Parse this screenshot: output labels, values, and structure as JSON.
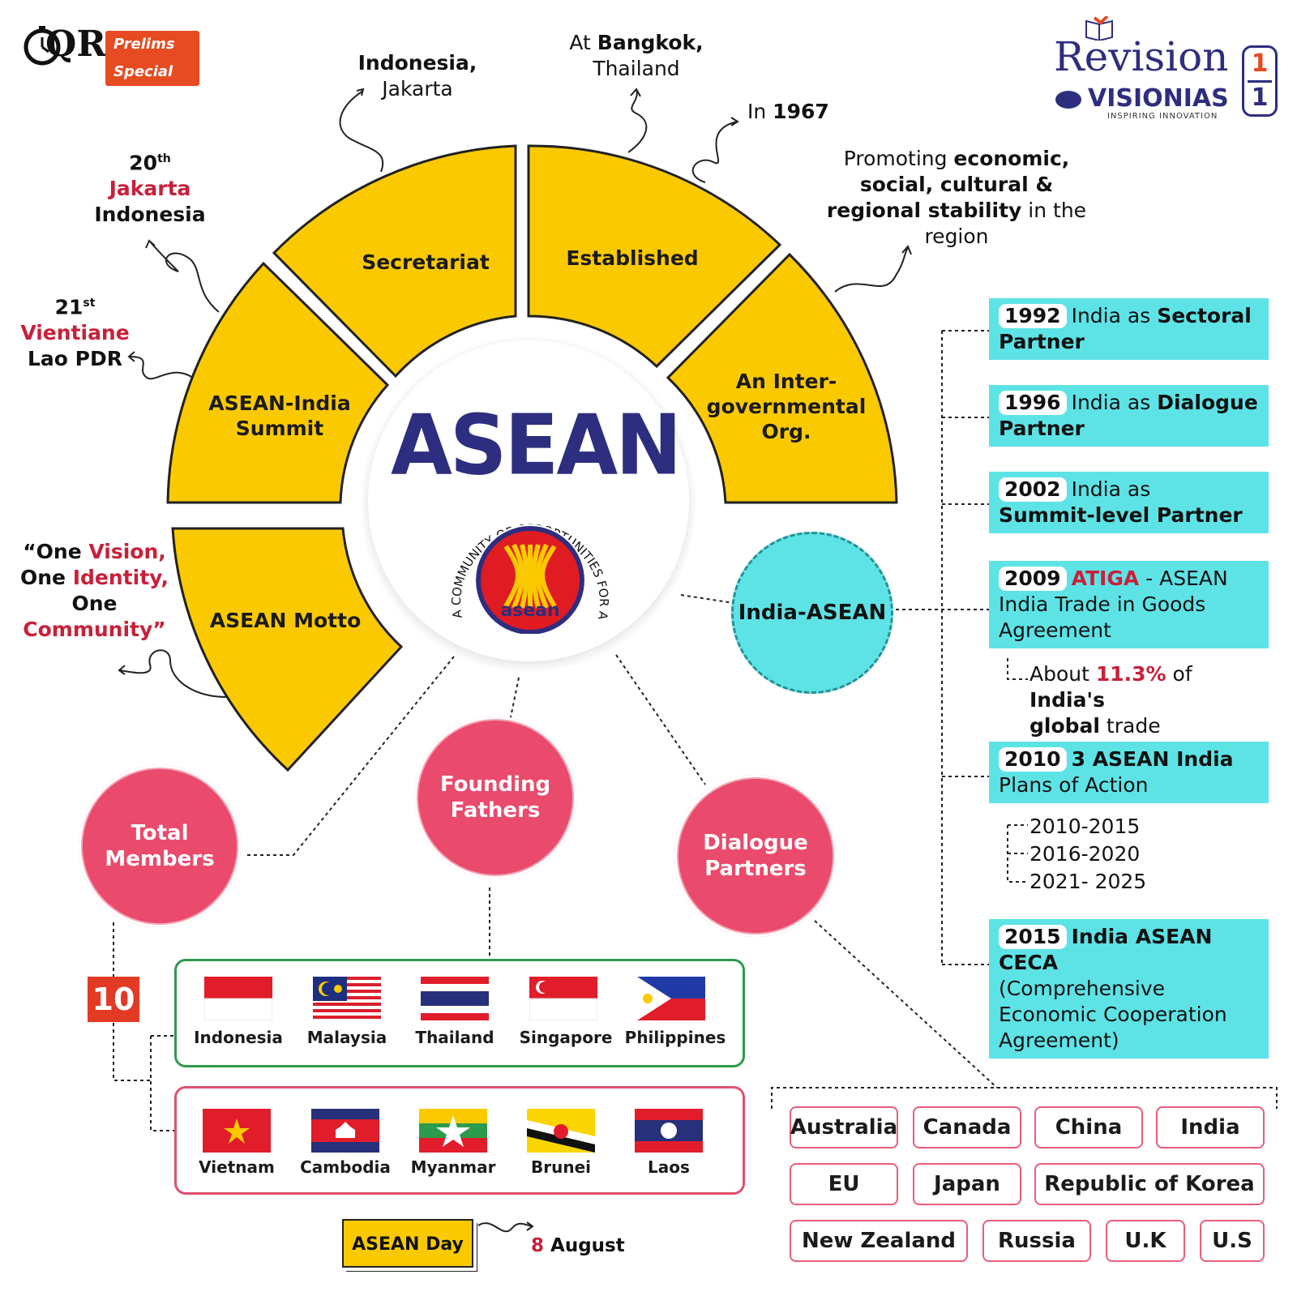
{
  "branding": {
    "qr_left": "QR",
    "prelims_special": "Prelims Special",
    "revision": "Revision",
    "visionias": "VISIONIAS",
    "tagline": "INSPIRING INNOVATION",
    "counter_top": "1",
    "counter_bottom": "1",
    "colors": {
      "yellow": "#fbc900",
      "pink": "#ea4a6c",
      "cyan": "#5de3e6",
      "navy": "#2d2e7f",
      "red": "#c8203a"
    }
  },
  "center": {
    "title": "ASEAN",
    "logo_ring_text": "A COMMUNITY OF OPPORTUNITIES FOR ALL",
    "logo_word": "asean"
  },
  "segments": {
    "secretariat": "Secretariat",
    "established": "Established",
    "intergov_1": "An Inter-",
    "intergov_2": "governmental",
    "intergov_3": "Org.",
    "summit_1": "ASEAN-India",
    "summit_2": "Summit",
    "motto": "ASEAN Motto"
  },
  "annotations": {
    "secretariat_1": "Indonesia,",
    "secretariat_2": "Jakarta",
    "bangkok_at": "At ",
    "bangkok": "Bangkok,",
    "thailand": "Thailand",
    "year_in": "In ",
    "year": "1967",
    "promo_1a": "Promoting ",
    "promo_1b": "economic,",
    "promo_2": "social, cultural &",
    "promo_3a": "regional stability",
    "promo_3b": " in the",
    "promo_4": "region",
    "s20_num": "20",
    "s20_sup": "th",
    "s20_city": "Jakarta",
    "s20_country": "Indonesia",
    "s21_num": "21",
    "s21_sup": "st",
    "s21_city": "Vientiane",
    "s21_country": "Lao PDR",
    "motto_1a": "“One ",
    "motto_1b": "Vision,",
    "motto_2a": "One ",
    "motto_2b": "Identity,",
    "motto_3": "One",
    "motto_4": "Community”"
  },
  "india_asean": {
    "label": "India-ASEAN",
    "timeline": [
      {
        "year": "1992",
        "text_a": "India as ",
        "text_b": "Sectoral Partner"
      },
      {
        "year": "1996",
        "text_a": "India as ",
        "text_b": "Dialogue Partner"
      },
      {
        "year": "2002",
        "text_a": "India as",
        "text_b": "Summit-level Partner"
      },
      {
        "year": "2009",
        "text_a": "ATIGA",
        "text_b": " - ASEAN India Trade in Goods Agreement"
      },
      {
        "year": "2010",
        "text_a": "3 ASEAN India",
        "text_b": "Plans of Action"
      },
      {
        "year": "2015",
        "text_a": "India ASEAN CECA",
        "text_b": "(Comprehensive Economic Cooperation Agreement)"
      }
    ],
    "trade_about": "About ",
    "trade_pct": "11.3%",
    "trade_of": " of ",
    "trade_india": "India's",
    "trade_global": "global",
    "trade_word": " trade",
    "plans": [
      "2010-2015",
      "2016-2020",
      "2021- 2025"
    ]
  },
  "members": {
    "label_1": "Total",
    "label_2": "Members",
    "count": "10",
    "founding_1": "Founding",
    "founding_2": "Fathers",
    "row1": [
      "Indonesia",
      "Malaysia",
      "Thailand",
      "Singapore",
      "Philippines"
    ],
    "row2": [
      "Vietnam",
      "Cambodia",
      "Myanmar",
      "Brunei",
      "Laos"
    ]
  },
  "dialogue": {
    "label_1": "Dialogue",
    "label_2": "Partners",
    "partners": [
      "Australia",
      "Canada",
      "China",
      "India",
      "EU",
      "Japan",
      "Republic of Korea",
      "New Zealand",
      "Russia",
      "U.K",
      "U.S"
    ]
  },
  "asean_day": {
    "label": "ASEAN Day",
    "date_num": "8",
    "date_month": " August"
  }
}
